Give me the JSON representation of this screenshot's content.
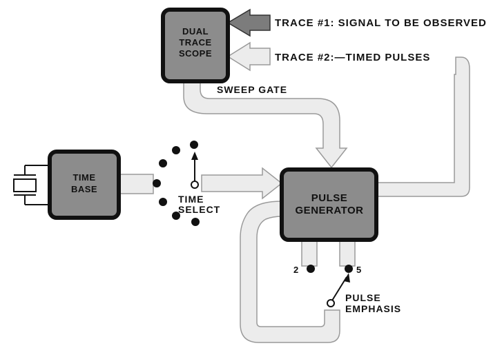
{
  "colors": {
    "box_fill": "#8c8c8c",
    "box_border": "#111111",
    "pipe_fill": "#ececec",
    "pipe_stroke": "#9a9a9a",
    "dot": "#111111",
    "background": "#ffffff"
  },
  "blocks": {
    "scope": {
      "line1": "DUAL",
      "line2": "TRACE",
      "line3": "SCOPE"
    },
    "time_base": {
      "line1": "TIME",
      "line2": "BASE"
    },
    "pulse_generator": {
      "line1": "PULSE",
      "line2": "GENERATOR"
    }
  },
  "labels": {
    "trace1": "TRACE #1: SIGNAL TO BE OBSERVED",
    "trace2": "TRACE #2:—TIMED PULSES",
    "sweep_gate": "SWEEP GATE",
    "time_select_1": "TIME",
    "time_select_2": "SELECT",
    "pulse_emphasis_1": "PULSE",
    "pulse_emphasis_2": "EMPHASIS",
    "tap_2": "2",
    "tap_5": "5"
  },
  "icons": {
    "crystal": "crystal-oscillator-icon",
    "rotary_switch": "rotary-switch-icon",
    "emphasis_switch": "switch-lever-icon"
  }
}
